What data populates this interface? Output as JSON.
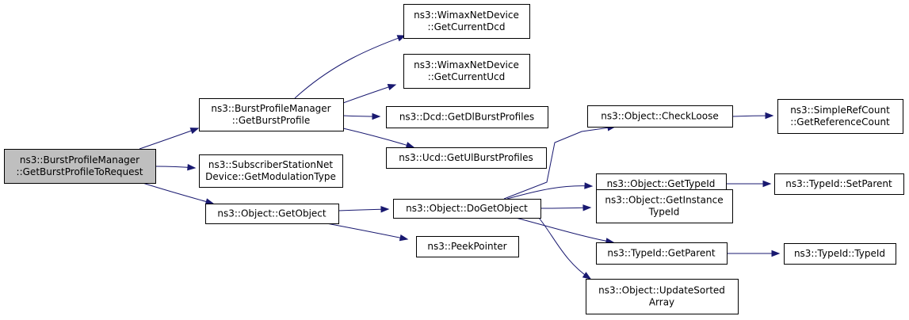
{
  "colors": {
    "edge": "#191970",
    "node_fill": "#ffffff",
    "root_fill": "#bfbfbf",
    "node_border": "#000000"
  },
  "nodes": {
    "root": [
      "ns3::BurstProfileManager",
      "::GetBurstProfileToRequest"
    ],
    "get_burst_profile": [
      "ns3::BurstProfileManager",
      "::GetBurstProfile"
    ],
    "get_modulation_type": [
      "ns3::SubscriberStationNet",
      "Device::GetModulationType"
    ],
    "get_object": [
      "ns3::Object::GetObject"
    ],
    "get_current_dcd": [
      "ns3::WimaxNetDevice",
      "::GetCurrentDcd"
    ],
    "get_current_ucd": [
      "ns3::WimaxNetDevice",
      "::GetCurrentUcd"
    ],
    "get_dl_burst_profiles": [
      "ns3::Dcd::GetDlBurstProfiles"
    ],
    "get_ul_burst_profiles": [
      "ns3::Ucd::GetUlBurstProfiles"
    ],
    "do_get_object": [
      "ns3::Object::DoGetObject"
    ],
    "peek_pointer": [
      "ns3::PeekPointer"
    ],
    "check_loose": [
      "ns3::Object::CheckLoose"
    ],
    "get_type_id": [
      "ns3::Object::GetTypeId"
    ],
    "get_instance_type_id": [
      "ns3::Object::GetInstance",
      "TypeId"
    ],
    "type_id_get_parent": [
      "ns3::TypeId::GetParent"
    ],
    "update_sorted_array": [
      "ns3::Object::UpdateSorted",
      "Array"
    ],
    "get_reference_count": [
      "ns3::SimpleRefCount",
      "::GetReferenceCount"
    ],
    "set_parent": [
      "ns3::TypeId::SetParent"
    ],
    "type_id_ctor": [
      "ns3::TypeId::TypeId"
    ]
  },
  "root_node": "root",
  "edges": [
    [
      "root",
      "get_burst_profile"
    ],
    [
      "root",
      "get_modulation_type"
    ],
    [
      "root",
      "get_object"
    ],
    [
      "get_burst_profile",
      "get_current_dcd"
    ],
    [
      "get_burst_profile",
      "get_current_ucd"
    ],
    [
      "get_burst_profile",
      "get_dl_burst_profiles"
    ],
    [
      "get_burst_profile",
      "get_ul_burst_profiles"
    ],
    [
      "get_object",
      "do_get_object"
    ],
    [
      "get_object",
      "peek_pointer"
    ],
    [
      "do_get_object",
      "check_loose"
    ],
    [
      "do_get_object",
      "get_type_id"
    ],
    [
      "do_get_object",
      "get_instance_type_id"
    ],
    [
      "do_get_object",
      "type_id_get_parent"
    ],
    [
      "do_get_object",
      "update_sorted_array"
    ],
    [
      "check_loose",
      "get_reference_count"
    ],
    [
      "get_type_id",
      "set_parent"
    ],
    [
      "type_id_get_parent",
      "type_id_ctor"
    ]
  ]
}
